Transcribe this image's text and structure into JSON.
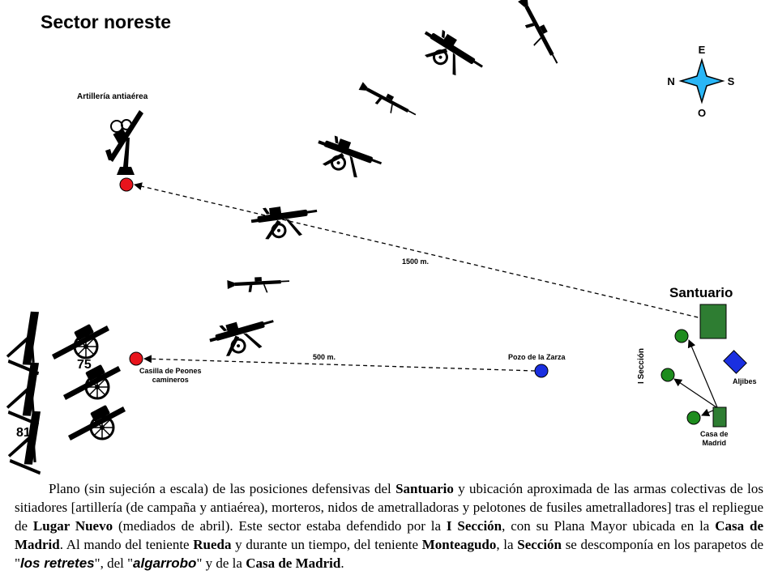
{
  "title": "Sector noreste",
  "labels": {
    "aa": "Artillería antiaérea",
    "santuario": "Santuario",
    "aljibes": "Aljibes",
    "seccion": "I Sección",
    "casa_madrid_1": "Casa de",
    "casa_madrid_2": "Madrid",
    "pozo": "Pozo de la Zarza",
    "casilla_1": "Casilla de Peones",
    "casilla_2": "camineros",
    "dist_1500": "1500 m.",
    "dist_500": "500 m.",
    "cal_75": "75",
    "cal_81": "81"
  },
  "compass": {
    "n": "N",
    "s": "S",
    "e": "E",
    "o": "O",
    "color": "#29b6f6"
  },
  "colors": {
    "red": "#e8141c",
    "blue": "#1a2fe0",
    "green": "#1e8c1e",
    "dark_green": "#2e7d32"
  },
  "caption": {
    "p1": "Plano (sin sujeción a escala) de las posiciones defensivas del ",
    "b1": "Santuario",
    "p2": " y ubicación aproximada de las armas colectivas de los sitiadores [artillería (de campaña y antiaérea), morteros, nidos de ametralladoras y pelotones de fusiles ametralladores] tras el repliegue de ",
    "b2": "Lugar Nuevo",
    "p3": " (mediados de abril). Este sector estaba defendido por la ",
    "b3": "I Sección",
    "p4": ", con su Plana Mayor ubicada en la ",
    "b4": "Casa de Madrid",
    "p5": ". Al mando del teniente ",
    "b5": "Rueda",
    "p6": " y durante un tiempo, del teniente ",
    "b6": "Monteagudo",
    "p7": ", la ",
    "b7": "Sección",
    "p8": " se descomponía en los  parapetos de \"",
    "i1": "los retretes",
    "p9": "\", del \"",
    "i2": "algarrobo",
    "p10": "\" y de la ",
    "b8": "Casa de Madrid",
    "p11": "."
  }
}
